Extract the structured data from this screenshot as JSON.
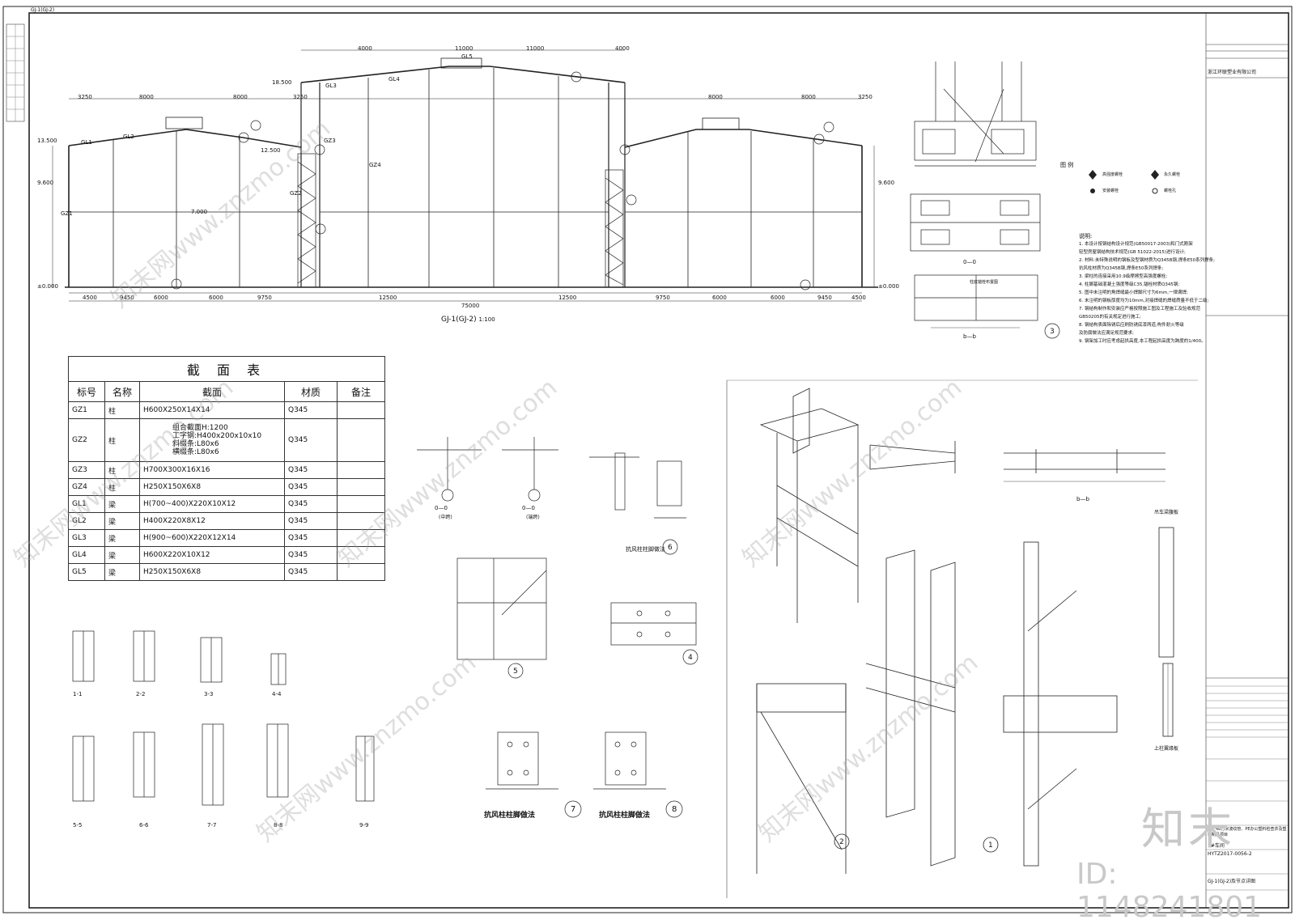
{
  "header_code": "GJ-1(GJ-2)",
  "elevation_title": "GJ-1(GJ-2)",
  "elevation_scale": "1:100",
  "top_dims": [
    "4000",
    "11000",
    "11000",
    "4000"
  ],
  "span_dims": [
    "3250",
    "8000",
    "8000",
    "3250",
    "8000",
    "8000",
    "3250"
  ],
  "elev_labels": [
    "18.500",
    "13.500",
    "12.500",
    "9.600",
    "7.000",
    "±0.000"
  ],
  "bottom_dims": [
    "4500",
    "9450",
    "6000",
    "6000",
    "9750",
    "12500",
    "12500",
    "9750",
    "6000",
    "6000",
    "9450",
    "4500"
  ],
  "total_dim": "75000",
  "beam_labels": [
    "GL1",
    "GL2",
    "GL3",
    "GL4",
    "GL5",
    "GZ1",
    "GZ2",
    "GZ3",
    "GZ4"
  ],
  "section_table": {
    "title": "截 面 表",
    "headers": [
      "标号",
      "名称",
      "截面",
      "材质",
      "备注"
    ],
    "rows": [
      {
        "code": "GZ1",
        "name": "柱",
        "section": "H600X250X14X14",
        "material": "Q345",
        "note": ""
      },
      {
        "code": "GZ2",
        "name": "柱",
        "section": "组合截面H:1200\n工字钢:H400x200x10x10\n斜缀条:L80x6\n横缀条:L80x6",
        "material": "Q345",
        "note": ""
      },
      {
        "code": "GZ3",
        "name": "柱",
        "section": "H700X300X16X16",
        "material": "Q345",
        "note": ""
      },
      {
        "code": "GZ4",
        "name": "柱",
        "section": "H250X150X6X8",
        "material": "Q345",
        "note": ""
      },
      {
        "code": "GL1",
        "name": "梁",
        "section": "H(700~400)X220X10X12",
        "material": "Q345",
        "note": ""
      },
      {
        "code": "GL2",
        "name": "梁",
        "section": "H400X220X8X12",
        "material": "Q345",
        "note": ""
      },
      {
        "code": "GL3",
        "name": "梁",
        "section": "H(900~600)X220X12X14",
        "material": "Q345",
        "note": ""
      },
      {
        "code": "GL4",
        "name": "梁",
        "section": "H600X220X10X12",
        "material": "Q345",
        "note": ""
      },
      {
        "code": "GL5",
        "name": "梁",
        "section": "H250X150X6X8",
        "material": "Q345",
        "note": ""
      }
    ]
  },
  "section_labels": [
    "1-1",
    "2-2",
    "3-3",
    "4-4",
    "5-5",
    "6-6",
    "7-7",
    "8-8",
    "9-9"
  ],
  "detail_captions": {
    "wind_col_base_1": "抗风柱柱脚做法",
    "wind_col_base_2": "抗风柱柱脚做法",
    "wind_col_base_3": "抗风柱柱脚做法",
    "mid_span": "(中跨)",
    "side_span": "(端跨)",
    "o_o": "0—0",
    "b_b": "b—b",
    "crane_board": "吊车梁腹板",
    "top_flange": "上柱翼缘板",
    "base_plan": "柱底锚栓布置图"
  },
  "detail_numbers": [
    "1",
    "2",
    "3",
    "4",
    "5",
    "6",
    "7",
    "8"
  ],
  "legend": {
    "title": "图 例",
    "items": [
      "高强度螺栓",
      "永久螺栓",
      "安装螺栓",
      "螺栓孔"
    ]
  },
  "notes": {
    "title": "说明:",
    "lines": [
      "1. 本设计按钢结构设计规范(GB50017-2003)和门式刚架",
      "   轻型房屋钢结构技术规范(GB 51022-2015)进行设计;",
      "2. 材料:未特殊说明的钢板及型钢材质为Q345B钢,焊条E50系列焊条;",
      "   抗风柱材质为Q345B钢,焊条E50系列焊条;",
      "3. 梁柱的连接采用10.9级摩擦型高强度螺栓;",
      "4. 柱脚基础混凝土强度等级C35,锚栓材质Q345钢;",
      "5. 图中未注明的角焊缝最小焊脚尺寸为6mm,一律满焊;",
      "6. 未注明的钢板厚度均为10mm,对接焊缝的焊缝质量不低于二级;",
      "7. 钢结构制作和安装应严格按照施工图及工程施工及验收规范",
      "   GB50205的有关规定进行施工;",
      "8. 钢结构表面除锈后应刷防锈底漆两道,构件耐火等级",
      "   及防腐做法应满足规范要求;",
      "9. 钢架加工时应考虑起拱高度,本工程起拱高度为跨度的1/400。"
    ]
  },
  "title_block": {
    "company": "浙江环联塑业有限公司",
    "project_name": "年产48万米波纹管、PE办公塑料检查井及塑料制品项目",
    "building": "1#车间",
    "drawing_no": "HYTZ2017-0056-2",
    "drawing_title": "GJ-1(GJ-2)及节点详图"
  },
  "watermark": {
    "brand": "知末",
    "site": "知末网www.znzmo.com",
    "id": "ID: 1148241801"
  }
}
